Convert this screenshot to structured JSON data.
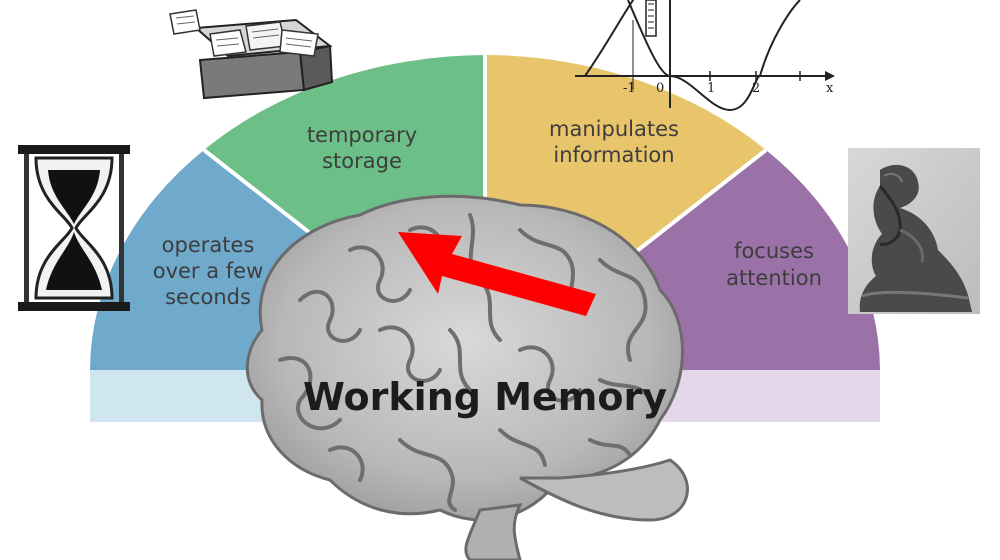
{
  "diagram": {
    "title": "Working Memory",
    "segments": [
      {
        "lines": [
          "operates",
          "over a few",
          "seconds"
        ],
        "color": "#6fa9cc"
      },
      {
        "lines": [
          "temporary",
          "storage"
        ],
        "color": "#6cbf86"
      },
      {
        "lines": [
          "manipulates",
          "information"
        ],
        "color": "#e8c56b"
      },
      {
        "lines": [
          "focuses",
          "attention"
        ],
        "color": "#9a72a8"
      }
    ],
    "band_colors": {
      "left": "#cfe6f1",
      "right": "#e4d7ea"
    },
    "arrow_color": "#ff0000",
    "graph_labels": {
      "x_symbol": "x",
      "tick_neg1": "-1",
      "tick_0": "0",
      "tick_1": "1",
      "tick_2": "2"
    },
    "icons": [
      "hourglass-icon",
      "open-file-box-icon",
      "function-graph-icon",
      "thinker-statue-icon",
      "brain-icon",
      "red-arrow-icon"
    ]
  }
}
